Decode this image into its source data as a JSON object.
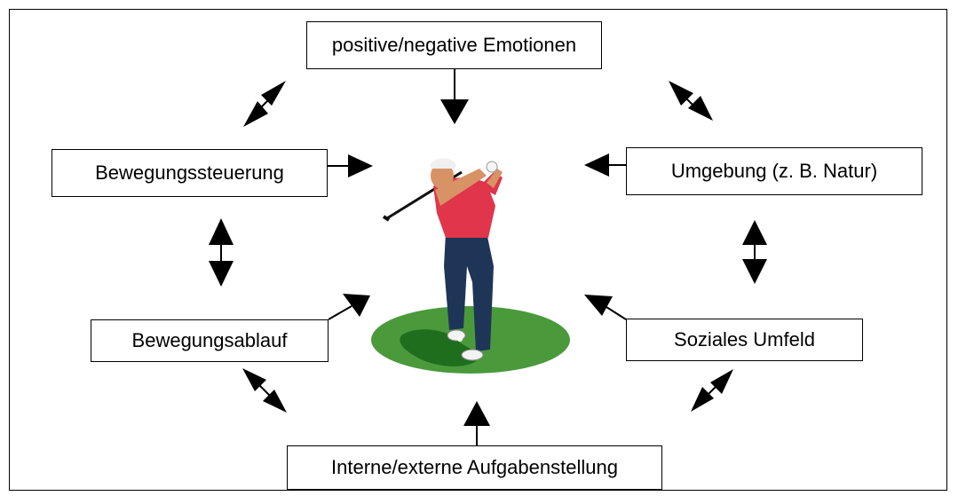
{
  "diagram": {
    "boxes": {
      "top": "positive/negative Emotionen",
      "upper_left": "Bewegungssteuerung",
      "upper_right": "Umgebung (z. B. Natur)",
      "lower_left": "Bewegungsablauf",
      "lower_right": "Soziales Umfeld",
      "bottom": "Interne/externe Aufgabenstellung"
    },
    "colors": {
      "line": "#000000",
      "grass": "#4a9a3c",
      "shadow": "#1e6e1e",
      "shirt": "#e0354a",
      "trousers": "#1f3557",
      "skin": "#d79266"
    },
    "center_image": "golfer-illustration"
  }
}
